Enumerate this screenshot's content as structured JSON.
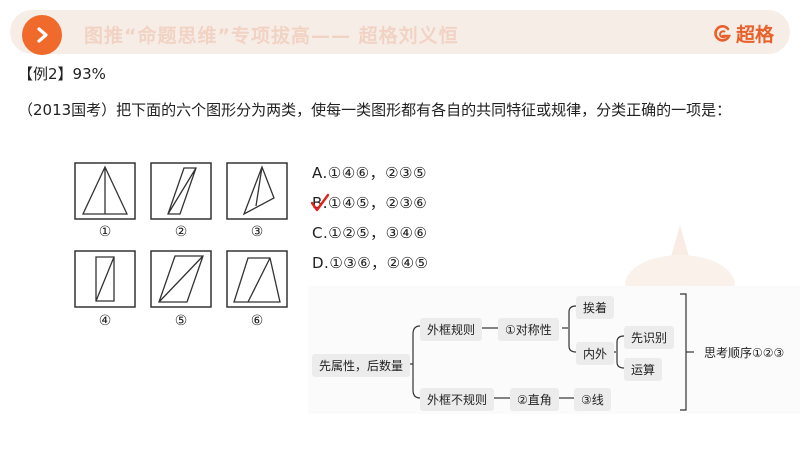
{
  "header": {
    "title": "图推“命题思维”专项拔高—— 超格刘义恒",
    "brand": "超格",
    "accent": "#f06a2b"
  },
  "example": {
    "label": "【例2】93%",
    "question": "（2013国考）把下面的六个图形分为两类，使每一类图形都有各自的共同特征或规律，分类正确的一项是："
  },
  "figures": {
    "labels": [
      "①",
      "②",
      "③",
      "④",
      "⑤",
      "⑥"
    ]
  },
  "options": [
    {
      "text": "A.①④⑥，②③⑤"
    },
    {
      "text": "B.①④⑤，②③⑥",
      "checked": true
    },
    {
      "text": "C.①②⑤，③④⑥"
    },
    {
      "text": "D.①③⑥，②④⑤"
    }
  ],
  "mindmap": {
    "root": "先属性，后数量",
    "branch_regular": "外框规则",
    "symmetry": "①对称性",
    "swap": "挨着",
    "inout": "内外",
    "identify_first": "先识别",
    "calculate": "运算",
    "branch_irregular": "外框不规则",
    "right_angle": "②直角",
    "line": "③线",
    "order": "思考顺序①②③"
  }
}
